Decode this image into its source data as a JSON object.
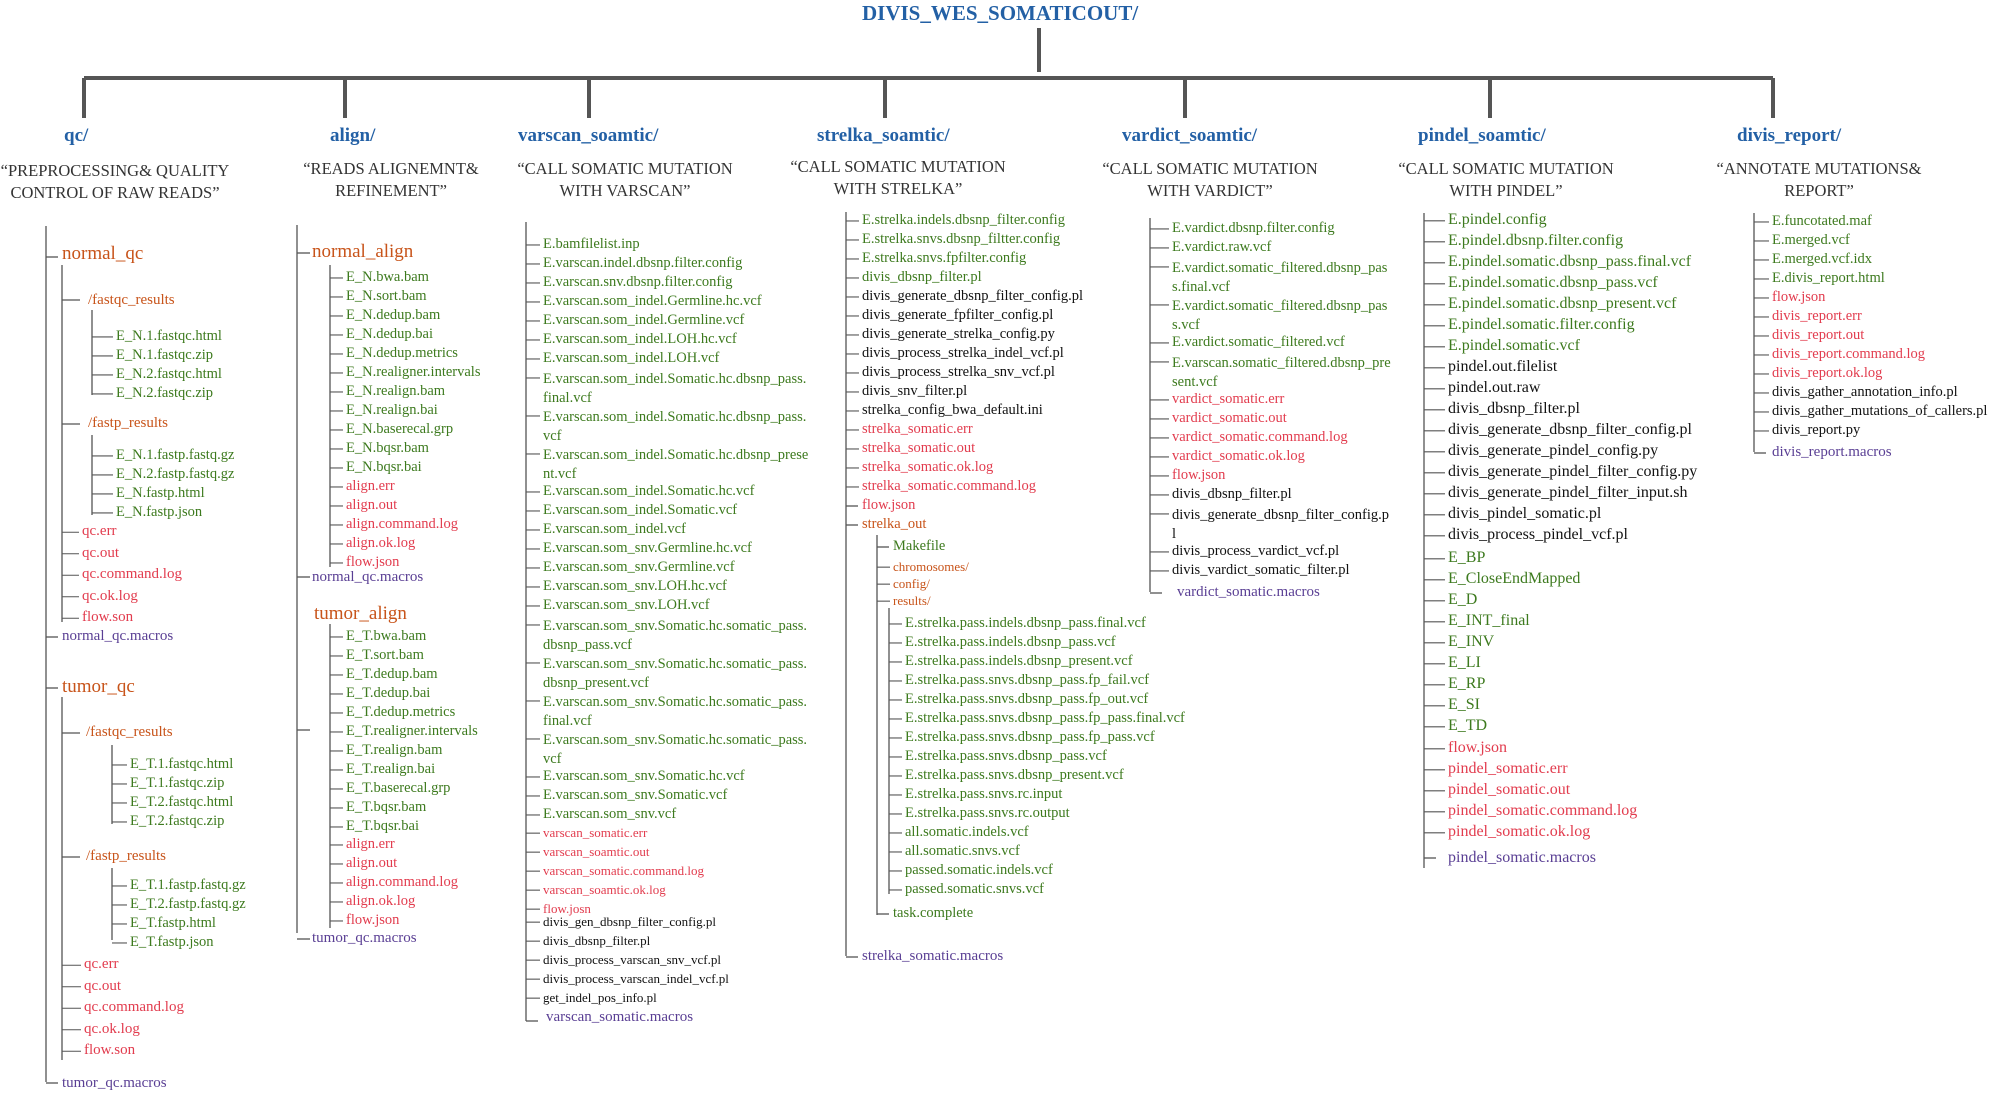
{
  "root": "DIVIS_WES_SOMATICOUT/",
  "columns": [
    {
      "name": "qc/",
      "desc": "“PREPROCESSING& QUALITY\nCONTROL OF RAW READS”"
    },
    {
      "name": "align/",
      "desc": "“READS ALIGNEMNT&\nREFINEMENT”"
    },
    {
      "name": "varscan_soamtic/",
      "desc": "“CALL SOMATIC MUTATION\nWITH VARSCAN”"
    },
    {
      "name": "strelka_soamtic/",
      "desc": "“CALL SOMATIC MUTATION\nWITH STRELKA”"
    },
    {
      "name": "vardict_soamtic/",
      "desc": "“CALL SOMATIC MUTATION\nWITH VARDICT”"
    },
    {
      "name": "pindel_soamtic/",
      "desc": "“CALL SOMATIC MUTATION\nWITH PINDEL”"
    },
    {
      "name": "divis_report/",
      "desc": "“ANNOTATE MUTATIONS&\nREPORT”"
    }
  ],
  "qc": {
    "normal_qc": "normal_qc",
    "fastqc_results_n": "/fastqc_results",
    "fastqc_n_files": [
      "E_N.1.fastqc.html",
      "E_N.1.fastqc.zip",
      "E_N.2.fastqc.html",
      "E_N.2.fastqc.zip"
    ],
    "fastp_results_n": "/fastp_results",
    "fastp_n_files": [
      "E_N.1.fastp.fastq.gz",
      "E_N.2.fastp.fastq.gz",
      "E_N.fastp.html",
      "E_N.fastp.json"
    ],
    "normal_logs": [
      "qc.err",
      "qc.out",
      "qc.command.log",
      "qc.ok.log",
      "flow.son"
    ],
    "normal_macros": "normal_qc.macros",
    "tumor_qc": "tumor_qc",
    "fastqc_results_t": "/fastqc_results",
    "fastqc_t_files": [
      "E_T.1.fastqc.html",
      "E_T.1.fastqc.zip",
      "E_T.2.fastqc.html",
      "E_T.2.fastqc.zip"
    ],
    "fastp_results_t": "/fastp_results",
    "fastp_t_files": [
      "E_T.1.fastp.fastq.gz",
      "E_T.2.fastp.fastq.gz",
      "E_T.fastp.html",
      "E_T.fastp.json"
    ],
    "tumor_logs": [
      "qc.err",
      "qc.out",
      "qc.command.log",
      "qc.ok.log",
      "flow.son"
    ],
    "tumor_macros": "tumor_qc.macros"
  },
  "align": {
    "normal_align": "normal_align",
    "normal_files": [
      "E_N.bwa.bam",
      "E_N.sort.bam",
      "E_N.dedup.bam",
      "E_N.dedup.bai",
      "E_N.dedup.metrics",
      "E_N.realigner.intervals",
      "E_N.realign.bam",
      "E_N.realign.bai",
      "E_N.baserecal.grp",
      "E_N.bqsr.bam",
      "E_N.bqsr.bai"
    ],
    "normal_logs": [
      "align.err",
      "align.out",
      "align.command.log",
      "align.ok.log",
      "flow.json"
    ],
    "normal_macros": "normal_qc.macros",
    "tumor_align": "tumor_align",
    "tumor_files": [
      "E_T.bwa.bam",
      "E_T.sort.bam",
      "E_T.dedup.bam",
      "E_T.dedup.bai",
      "E_T.dedup.metrics",
      "E_T.realigner.intervals",
      "E_T.realign.bam",
      "E_T.realign.bai",
      "E_T.baserecal.grp",
      "E_T.bqsr.bam",
      "E_T.bqsr.bai"
    ],
    "tumor_logs": [
      "align.err",
      "align.out",
      "align.command.log",
      "align.ok.log",
      "flow.json"
    ],
    "tumor_macros": "tumor_qc.macros"
  },
  "varscan": {
    "files": [
      "E.bamfilelist.inp",
      "E.varscan.indel.dbsnp.filter.config",
      "E.varscan.snv.dbsnp.filter.config",
      "E.varscan.som_indel.Germline.hc.vcf",
      "E.varscan.som_indel.Germline.vcf",
      "E.varscan.som_indel.LOH.hc.vcf",
      "E.varscan.som_indel.LOH.vcf",
      "E.varscan.som_indel.Somatic.hc.dbsnp_pass.\nfinal.vcf",
      "E.varscan.som_indel.Somatic.hc.dbsnp_pass.\nvcf",
      "E.varscan.som_indel.Somatic.hc.dbsnp_prese\nnt.vcf",
      "E.varscan.som_indel.Somatic.hc.vcf",
      "E.varscan.som_indel.Somatic.vcf",
      "E.varscan.som_indel.vcf",
      "E.varscan.som_snv.Germline.hc.vcf",
      "E.varscan.som_snv.Germline.vcf",
      "E.varscan.som_snv.LOH.hc.vcf",
      "E.varscan.som_snv.LOH.vcf",
      "E.varscan.som_snv.Somatic.hc.somatic_pass.\ndbsnp_pass.vcf",
      "E.varscan.som_snv.Somatic.hc.somatic_pass.\ndbsnp_present.vcf",
      "E.varscan.som_snv.Somatic.hc.somatic_pass.\nfinal.vcf",
      "E.varscan.som_snv.Somatic.hc.somatic_pass.\nvcf",
      "E.varscan.som_snv.Somatic.hc.vcf",
      "E.varscan.som_snv.Somatic.vcf",
      "E.varscan.som_snv.vcf"
    ],
    "logs": [
      "varscan_somatic.err",
      "varscan_soamtic.out",
      "varscan_somatic.command.log",
      "varscan_soamtic.ok.log",
      "flow.josn"
    ],
    "scripts": [
      "divis_gen_dbsnp_filter_config.pl",
      "divis_dbsnp_filter.pl",
      "divis_process_varscan_snv_vcf.pl",
      "divis_process_varscan_indel_vcf.pl",
      "get_indel_pos_info.pl"
    ],
    "macros": "varscan_somatic.macros"
  },
  "strelka": {
    "configs": [
      "E.strelka.indels.dbsnp_filter.config",
      "E.strelka.snvs.dbsnp_filtter.config",
      "E.strelka.snvs.fpfilter.config",
      "divis_dbsnp_filter.pl"
    ],
    "scripts": [
      "divis_generate_dbsnp_filter_config.pl",
      "divis_generate_fpfilter_config.pl",
      "divis_generate_strelka_config.py",
      "divis_process_strelka_indel_vcf.pl",
      "divis_process_strelka_snv_vcf.pl",
      "divis_snv_filter.pl",
      "strelka_config_bwa_default.ini"
    ],
    "logs": [
      "strelka_somatic.err",
      "strelka_somatic.out",
      "strelka_somatic.ok.log",
      "strelka_somatic.command.log"
    ],
    "flow": "flow.json",
    "out_dir": "strelka_out",
    "makefile": "Makefile",
    "subdirs": [
      "chromosomes/",
      "config/",
      "results/"
    ],
    "results": [
      "E.strelka.pass.indels.dbsnp_pass.final.vcf",
      "E.strelka.pass.indels.dbsnp_pass.vcf",
      "E.strelka.pass.indels.dbsnp_present.vcf",
      "E.strelka.pass.snvs.dbsnp_pass.fp_fail.vcf",
      "E.strelka.pass.snvs.dbsnp_pass.fp_out.vcf",
      "E.strelka.pass.snvs.dbsnp_pass.fp_pass.final.vcf",
      "E.strelka.pass.snvs.dbsnp_pass.fp_pass.vcf",
      "E.strelka.pass.snvs.dbsnp_pass.vcf",
      "E.strelka.pass.snvs.dbsnp_present.vcf",
      "E.strelka.pass.snvs.rc.input",
      "E.strelka.pass.snvs.rc.output",
      "all.somatic.indels.vcf",
      "all.somatic.snvs.vcf",
      "passed.somatic.indels.vcf",
      "passed.somatic.snvs.vcf"
    ],
    "task": "task.complete",
    "macros": "strelka_somatic.macros"
  },
  "vardict": {
    "files": [
      "E.vardict.dbsnp.filter.config",
      "E.vardict.raw.vcf",
      "E.vardict.somatic_filtered.dbsnp_pas\ns.final.vcf",
      "E.vardict.somatic_filtered.dbsnp_pas\ns.vcf",
      "E.vardict.somatic_filtered.vcf",
      "E.varscan.somatic_filtered.dbsnp_pre\nsent.vcf"
    ],
    "logs": [
      "vardict_somatic.err",
      "vardict_somatic.out",
      "vardict_somatic.command.log",
      "vardict_somatic.ok.log",
      "flow.json"
    ],
    "scripts": [
      "divis_dbsnp_filter.pl",
      "divis_generate_dbsnp_filter_config.p\nl",
      "divis_process_vardict_vcf.pl",
      "divis_vardict_somatic_filter.pl"
    ],
    "macros": "vardict_somatic.macros"
  },
  "pindel": {
    "configs": [
      "E.pindel.config",
      "E.pindel.dbsnp.filter.config",
      "E.pindel.somatic.dbsnp_pass.final.vcf",
      "E.pindel.somatic.dbsnp_pass.vcf",
      "E.pindel.somatic.dbsnp_present.vcf",
      "E.pindel.somatic.filter.config",
      "E.pindel.somatic.vcf"
    ],
    "scripts": [
      "pindel.out.filelist",
      "pindel.out.raw",
      "divis_dbsnp_filter.pl",
      "divis_generate_dbsnp_filter_config.pl",
      "divis_generate_pindel_config.py",
      "divis_generate_pindel_filter_config.py",
      "divis_generate_pindel_filter_input.sh",
      "divis_pindel_somatic.pl",
      "divis_process_pindel_vcf.pl"
    ],
    "outputs": [
      "E_BP",
      "E_CloseEndMapped",
      "E_D",
      "E_INT_final",
      "E_INV",
      "E_LI",
      "E_RP",
      "E_SI",
      "E_TD"
    ],
    "logs": [
      "flow.json",
      "pindel_somatic.err",
      "pindel_somatic.out",
      "pindel_somatic.command.log",
      "pindel_somatic.ok.log"
    ],
    "macros": "pindel_somatic.macros"
  },
  "report": {
    "files": [
      "E.funcotated.maf",
      "E.merged.vcf",
      "E.merged.vcf.idx",
      "E.divis_report.html"
    ],
    "logs": [
      "flow.json",
      "divis_report.err",
      "divis_report.out",
      "divis_report.command.log",
      "divis_report.ok.log"
    ],
    "scripts": [
      "divis_gather_annotation_info.pl",
      "divis_gather_mutations_of_callers.pl",
      "divis_report.py"
    ],
    "macros": "divis_report.macros"
  },
  "colors": {
    "line": "#555555",
    "header_blue": "#2360a5",
    "green": "#3d7a1e",
    "red": "#e23c4e",
    "orange": "#c8541a",
    "purple": "#5a3f94",
    "black": "#111111"
  }
}
